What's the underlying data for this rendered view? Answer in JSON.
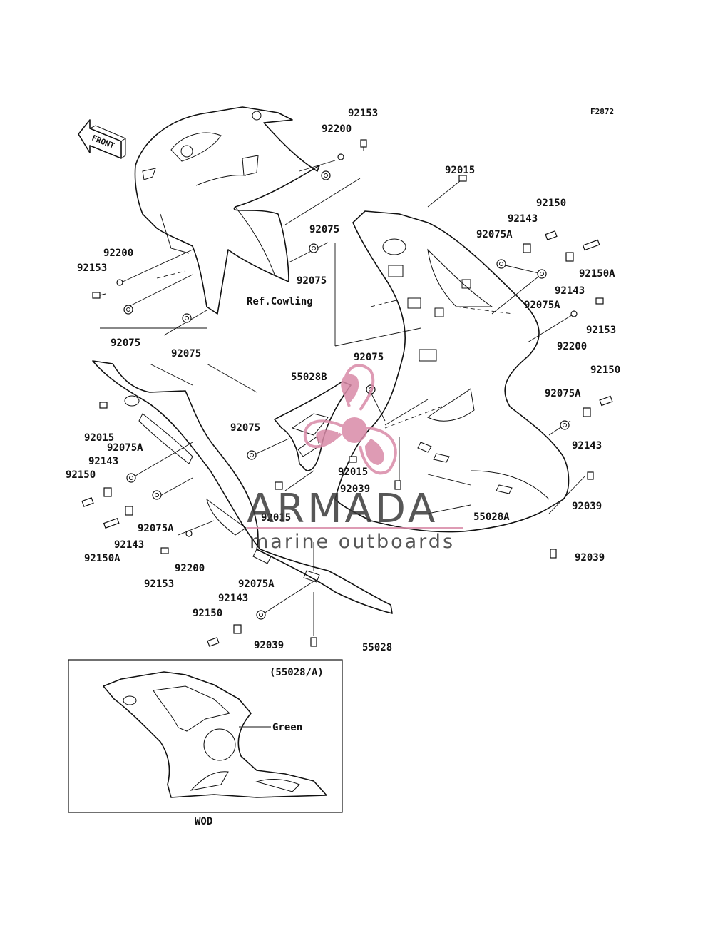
{
  "figure_code": "F2872",
  "front_arrow_label": "FRONT",
  "ref_label": "Ref.Cowling",
  "labels": [
    {
      "id": "l01",
      "text": "92153"
    },
    {
      "id": "l02",
      "text": "92200"
    },
    {
      "id": "l03",
      "text": "92015"
    },
    {
      "id": "l04",
      "text": "92150"
    },
    {
      "id": "l05",
      "text": "92143"
    },
    {
      "id": "l06",
      "text": "92075A"
    },
    {
      "id": "l07",
      "text": "92150A"
    },
    {
      "id": "l08",
      "text": "92075"
    },
    {
      "id": "l09",
      "text": "92075"
    },
    {
      "id": "l10",
      "text": "92200"
    },
    {
      "id": "l11",
      "text": "92153"
    },
    {
      "id": "l12",
      "text": "92143"
    },
    {
      "id": "l13",
      "text": "92075A"
    },
    {
      "id": "l14",
      "text": "92153"
    },
    {
      "id": "l15",
      "text": "92200"
    },
    {
      "id": "l16",
      "text": "92075"
    },
    {
      "id": "l17",
      "text": "92075"
    },
    {
      "id": "l18",
      "text": "92075"
    },
    {
      "id": "l19",
      "text": "55028B"
    },
    {
      "id": "l20",
      "text": "92150"
    },
    {
      "id": "l21",
      "text": "92075A"
    },
    {
      "id": "l22",
      "text": "92143"
    },
    {
      "id": "l23",
      "text": "92015"
    },
    {
      "id": "l24",
      "text": "92075A"
    },
    {
      "id": "l25",
      "text": "92143"
    },
    {
      "id": "l26",
      "text": "92150"
    },
    {
      "id": "l27",
      "text": "92075"
    },
    {
      "id": "l28",
      "text": "92015"
    },
    {
      "id": "l29",
      "text": "92039"
    },
    {
      "id": "l30",
      "text": "92015"
    },
    {
      "id": "l31",
      "text": "55028A"
    },
    {
      "id": "l32",
      "text": "92039"
    },
    {
      "id": "l33",
      "text": "92075A"
    },
    {
      "id": "l34",
      "text": "92143"
    },
    {
      "id": "l35",
      "text": "92150A"
    },
    {
      "id": "l36",
      "text": "92200"
    },
    {
      "id": "l37",
      "text": "92153"
    },
    {
      "id": "l38",
      "text": "92039"
    },
    {
      "id": "l39",
      "text": "92075A"
    },
    {
      "id": "l40",
      "text": "92143"
    },
    {
      "id": "l41",
      "text": "92150"
    },
    {
      "id": "l42",
      "text": "92039"
    },
    {
      "id": "l43",
      "text": "55028"
    }
  ],
  "inset": {
    "title": "(55028/A)",
    "color_note": "Green",
    "caption": "WOD"
  },
  "watermark": {
    "brand": "ARMADA",
    "tagline": "marine outboards",
    "logo_color": "#d98aa8"
  }
}
